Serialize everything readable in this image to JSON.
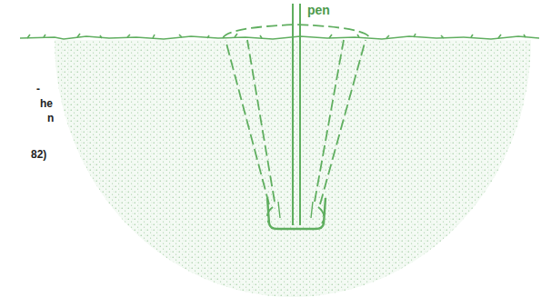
{
  "diagram": {
    "labels": [
      "pen",
      "-",
      "he",
      "n",
      "82)"
    ]
  }
}
